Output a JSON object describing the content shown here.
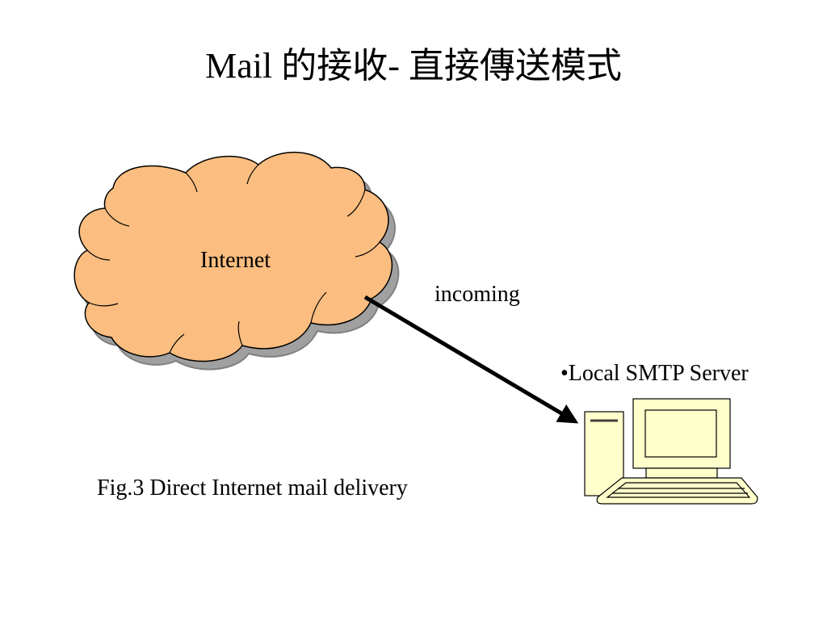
{
  "title": "Mail 的接收- 直接傳送模式",
  "diagram": {
    "cloud": {
      "label": "Internet",
      "fill": "#FBBE80",
      "shadow": "#A0A0A0"
    },
    "connection": {
      "label": "incoming",
      "direction": "Internet → Local SMTP Server"
    },
    "server": {
      "label": "•Local SMTP Server",
      "icon": "desktop-computer-icon",
      "fill": "#FFFFCC"
    },
    "caption": "Fig.3 Direct Internet mail delivery"
  }
}
